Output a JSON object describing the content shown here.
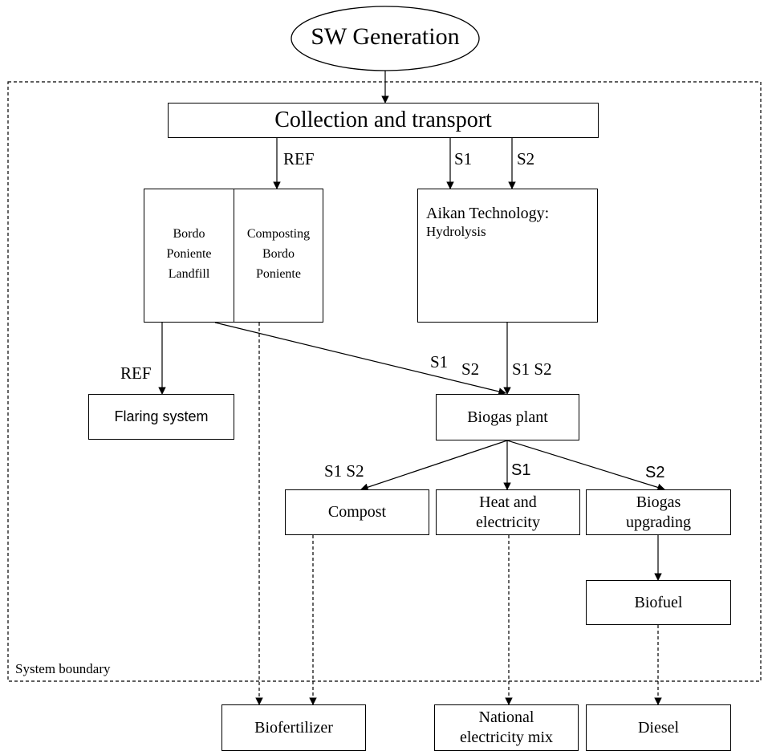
{
  "nodes": {
    "sw_generation": "SW Generation",
    "collection_transport": "Collection and transport",
    "landfill": "Bordo\nPoniente\nLandfill",
    "composting": "Composting\nBordo\nPoniente",
    "aikan_line1": "Aikan Technology:",
    "aikan_line2": "Hydrolysis",
    "flaring": "Flaring system",
    "biogas_plant": "Biogas plant",
    "compost": "Compost",
    "heat_electricity": "Heat and\nelectricity",
    "biogas_upgrading": "Biogas\nupgrading",
    "biofuel": "Biofuel",
    "biofertilizer": "Biofertilizer",
    "national_mix": "National\nelectricity mix",
    "diesel": "Diesel"
  },
  "boundary_label": "System boundary",
  "edge_labels": {
    "ref_top": "REF",
    "s1_top": "S1",
    "s2_top": "S2",
    "ref_flaring": "REF",
    "s1_landfill_biogas": "S1",
    "s2_landfill_biogas": "S2",
    "s1s2_aikan_biogas": "S1 S2",
    "s1s2_compost": "S1 S2",
    "s1_heat": "S1",
    "s2_upgrading": "S2"
  }
}
